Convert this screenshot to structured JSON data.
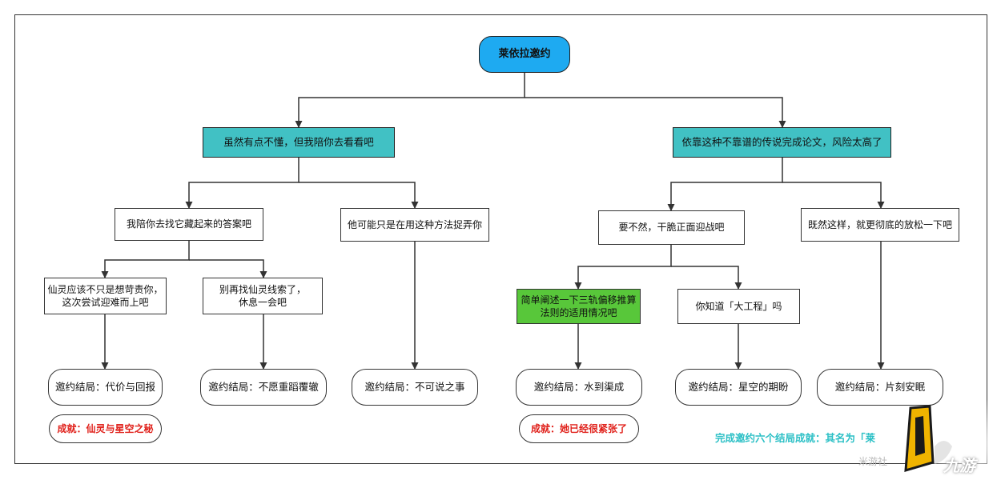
{
  "root": "莱依拉邀约",
  "branch_left": "虽然有点不懂，但我陪你去看看吧",
  "branch_right": "依靠这种不靠谱的传说完成论文，风险太高了",
  "l_choice_a": "我陪你去找它藏起来的答案吧",
  "l_choice_b": "他可能只是在用这种方法捉弄你",
  "r_choice_a": "要不然，干脆正面迎战吧",
  "r_choice_b": "既然这样，就更彻底的放松一下吧",
  "la_sub_1": "仙灵应该不只是想苛责你，\n这次尝试迎难而上吧",
  "la_sub_2": "别再找仙灵线索了，\n休息一会吧",
  "ra_sub_1": "简单阐述一下三轨偏移推算\n法则的适用情况吧",
  "ra_sub_2": "你知道「大工程」吗",
  "endings": [
    "邀约结局：代价与回报",
    "邀约结局：不愿重蹈覆辙",
    "邀约结局：不可说之事",
    "邀约结局：水到渠成",
    "邀约结局：星空的期盼",
    "邀约结局：片刻安眠"
  ],
  "achievements": [
    "成就：仙灵与星空之秘",
    "成就：她已经很紧张了"
  ],
  "bottom_note": "完成邀约六个结局成就：其名为「莱",
  "watermark_label": "九游",
  "watermark_site": "米游社",
  "colors": {
    "root": "#1eaaf1",
    "branch": "#41c1c4",
    "highlight": "#58c73a",
    "achievement_text": "#e0201a",
    "note_text": "#2cc0c6"
  }
}
